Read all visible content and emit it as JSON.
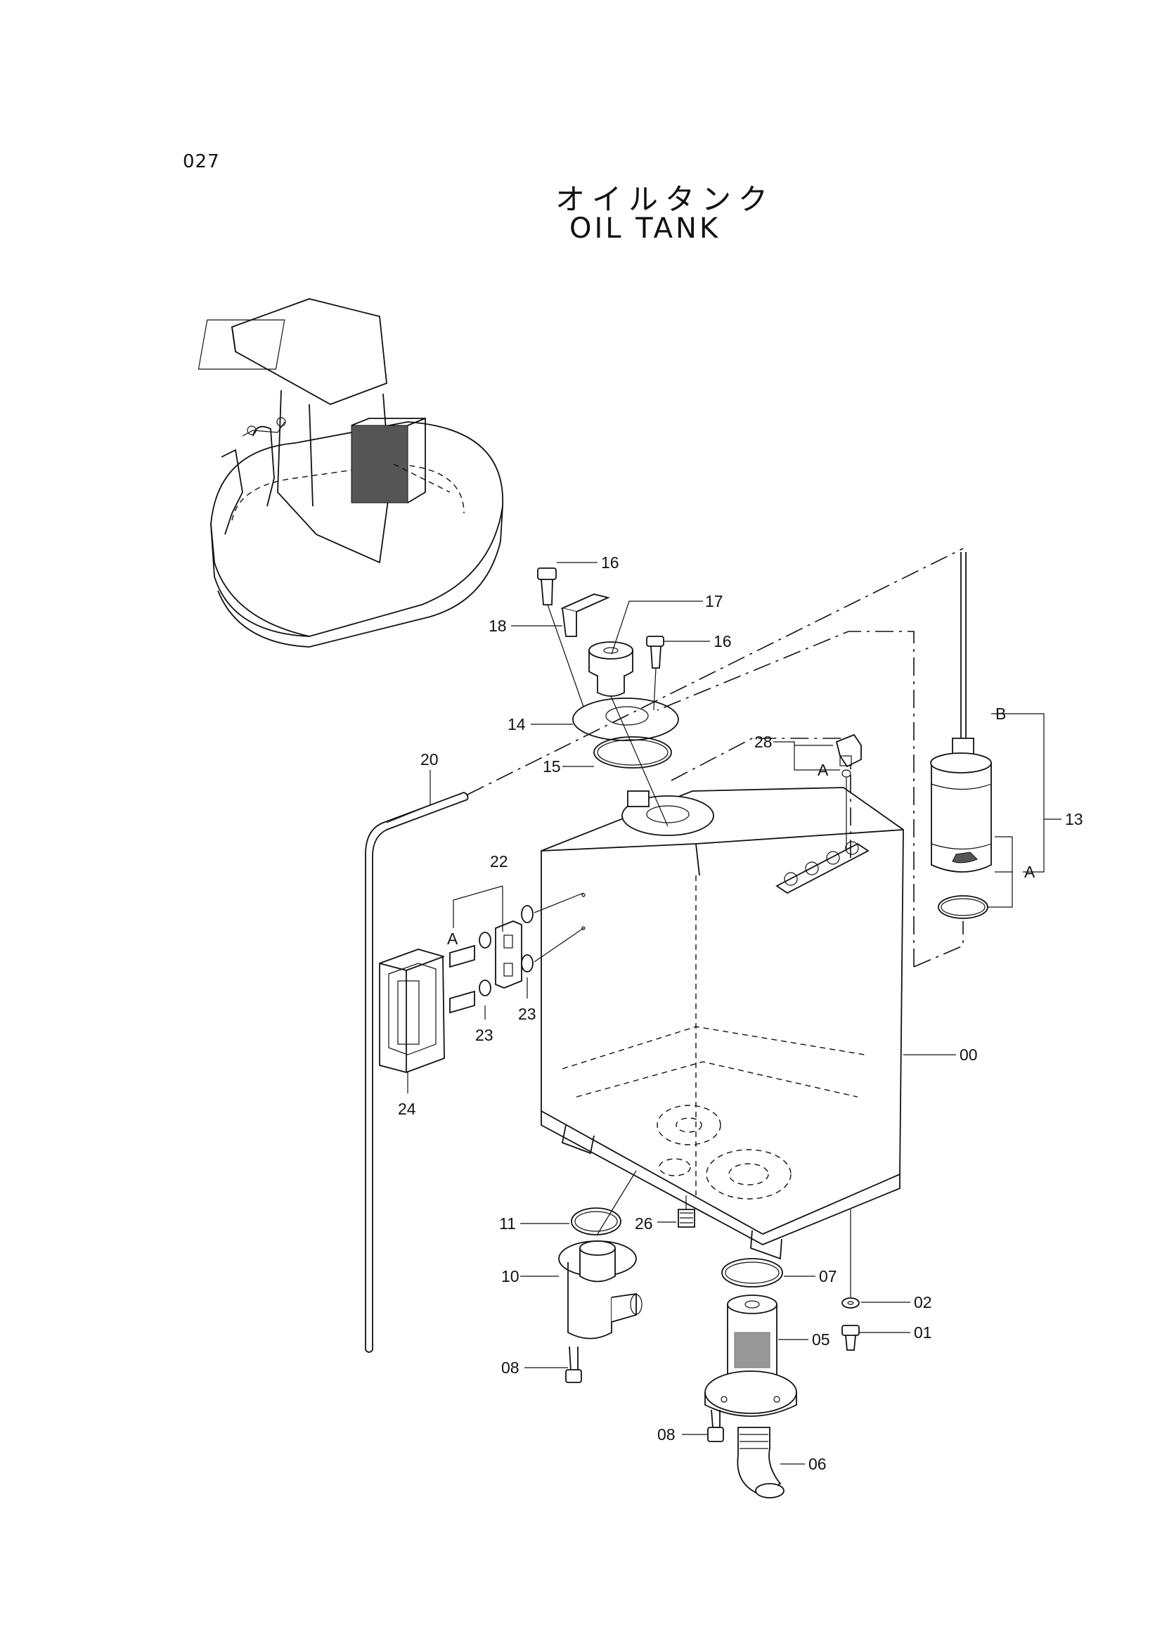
{
  "page_number": "027",
  "title_jp": "オイルタンク",
  "title_en": "OIL  TANK",
  "callouts": [
    {
      "id": "c16a",
      "text": "16"
    },
    {
      "id": "c17",
      "text": "17"
    },
    {
      "id": "c18",
      "text": "18"
    },
    {
      "id": "c16b",
      "text": "16"
    },
    {
      "id": "c14",
      "text": "14"
    },
    {
      "id": "c15",
      "text": "15"
    },
    {
      "id": "c20",
      "text": "20"
    },
    {
      "id": "c28",
      "text": "28"
    },
    {
      "id": "cA1",
      "text": "A"
    },
    {
      "id": "cB",
      "text": "B"
    },
    {
      "id": "c13",
      "text": "13"
    },
    {
      "id": "cA2",
      "text": "A"
    },
    {
      "id": "c22",
      "text": "22"
    },
    {
      "id": "cA3",
      "text": "A"
    },
    {
      "id": "c23a",
      "text": "23"
    },
    {
      "id": "c23b",
      "text": "23"
    },
    {
      "id": "c24",
      "text": "24"
    },
    {
      "id": "c00",
      "text": "00"
    },
    {
      "id": "c11",
      "text": "11"
    },
    {
      "id": "c26",
      "text": "26"
    },
    {
      "id": "c10",
      "text": "10"
    },
    {
      "id": "c07",
      "text": "07"
    },
    {
      "id": "c02",
      "text": "02"
    },
    {
      "id": "c01",
      "text": "01"
    },
    {
      "id": "c05",
      "text": "05"
    },
    {
      "id": "c08a",
      "text": "08"
    },
    {
      "id": "c08b",
      "text": "08"
    },
    {
      "id": "c06",
      "text": "06"
    }
  ]
}
